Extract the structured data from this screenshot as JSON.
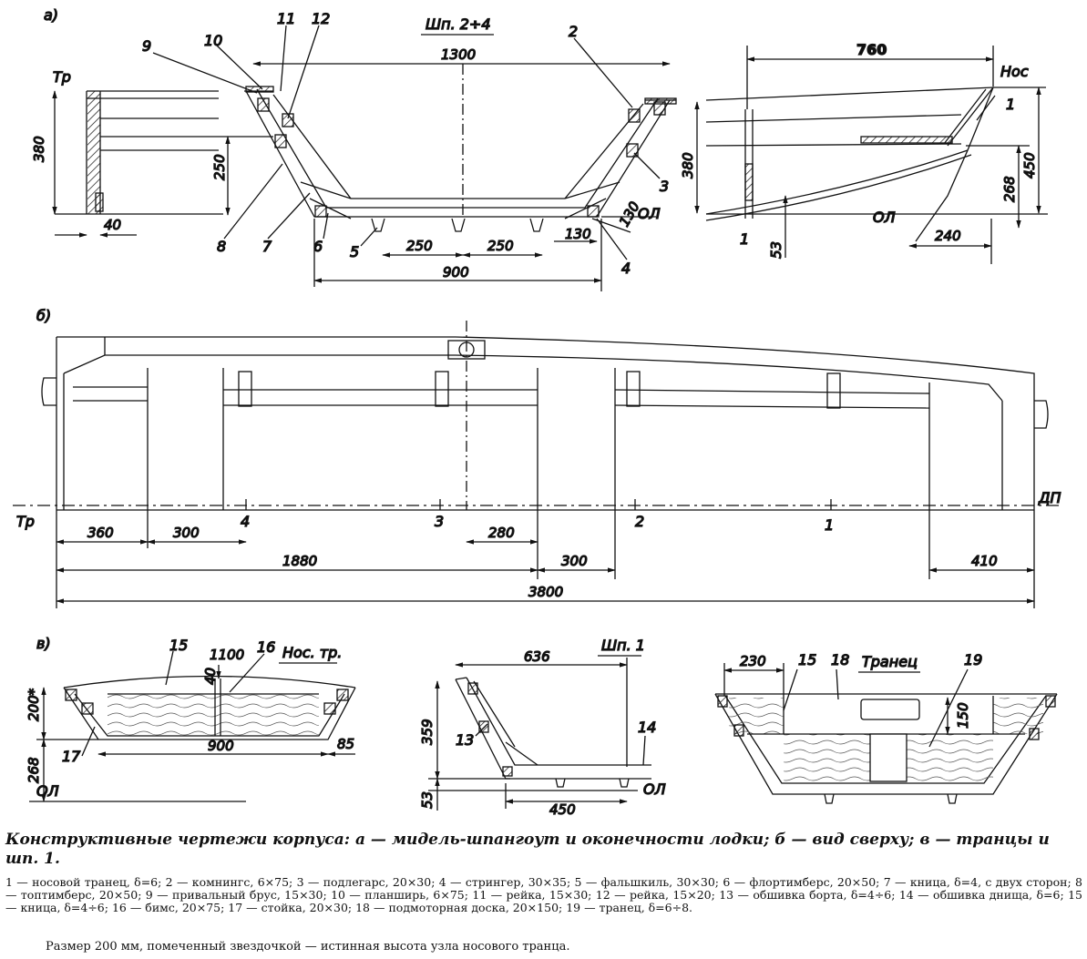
{
  "sections": {
    "a": {
      "label": "а)",
      "center_title": "Шп. 2÷4",
      "stern_title": "Тр",
      "bow_title": "Нос",
      "dims": {
        "stern_height": "380",
        "stern_width": "40",
        "mid_top": "1300",
        "mid_left_height": "250",
        "mid_bottom1": "250",
        "mid_bottom2": "250",
        "mid_bottom_total": "900",
        "mid_side_130a": "130",
        "mid_side_130b": "130",
        "bow_top": "760",
        "bow_height_380": "380",
        "bow_height_450": "450",
        "bow_height_268": "268",
        "bow_53": "53",
        "bow_240": "240",
        "ol_mid": "ОЛ",
        "ol_bow": "ОЛ"
      },
      "parts": [
        "1",
        "2",
        "3",
        "4",
        "5",
        "6",
        "7",
        "8",
        "9",
        "10",
        "11",
        "12"
      ]
    },
    "b": {
      "label": "б)",
      "start": "Тр",
      "end": "ДП",
      "frames": [
        "4",
        "3",
        "2",
        "1"
      ],
      "dims": [
        "360",
        "300",
        "280",
        "1880",
        "300",
        "410",
        "3800"
      ]
    },
    "v": {
      "label": "в)",
      "nose_title": "Нос. тр.",
      "sp1_title": "Шп. 1",
      "transom_title": "Транец",
      "dims": {
        "n_200": "200*",
        "n_268": "268",
        "n_900": "900",
        "n_85": "85",
        "n_1100": "1100",
        "n_40": "40",
        "n_ol": "ОЛ",
        "s_636": "636",
        "s_359": "359",
        "s_53": "53",
        "s_450": "450",
        "s_ol": "ОЛ",
        "t_230": "230",
        "t_150": "150"
      },
      "parts": [
        "15",
        "16",
        "17",
        "13",
        "14",
        "15",
        "18",
        "19"
      ]
    }
  },
  "caption": "Конструктивные чертежи корпуса: а — мидель-шпангоут и оконечности лодки; б — вид сверху; в — транцы и шп. 1.",
  "legend": "1 — носовой транец, δ=6; 2 — комнингс, 6×75; 3 — подлегарс, 20×30; 4 — стрингер, 30×35; 5 — фальшкиль, 30×30; 6 — флортимберс, 20×50; 7 — кница, δ=4, с двух сторон; 8 — топтимберс, 20×50; 9 — привальный брус, 15×30; 10 — планширь, 6×75; 11 — рейка, 15×30; 12 — рейка, 15×20; 13 — обшивка борта, δ=4÷6; 14 — обшивка днища, δ=6; 15 — кница, δ=4÷6; 16 — бимс, 20×75; 17 — стойка, 20×30; 18 — подмоторная доска, 20×150; 19 — транец, δ=6÷8.",
  "note": "Размер 200 мм, помеченный звездочкой — истинная высота узла носового транца."
}
